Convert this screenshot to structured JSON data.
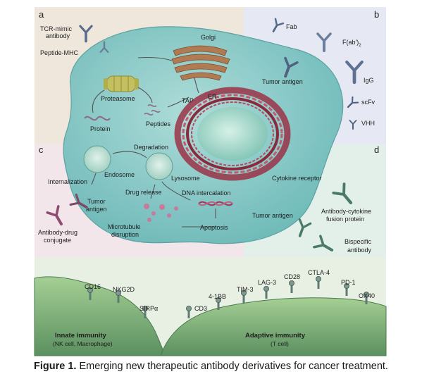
{
  "panels": {
    "a": "a",
    "b": "b",
    "c": "c",
    "d": "d"
  },
  "panel_a": {
    "tcr_mimic": [
      "TCR-mimic",
      "antibody"
    ],
    "peptide_mhc": "Peptide-MHC",
    "golgi": "Golgi",
    "proteasome": "Proteasome",
    "tap": "TAP",
    "er": "ER",
    "protein": "Protein",
    "peptides": "Peptides"
  },
  "panel_b": {
    "fab": "Fab",
    "fab2_main": "F(ab')",
    "fab2_sub": "2",
    "tumor_antigen": "Tumor antigen",
    "igg": "IgG",
    "scfv": "scFv",
    "vhh": "VHH"
  },
  "panel_c": {
    "degradation": "Degradation",
    "endosome": "Endosome",
    "lysosome": "Lysosome",
    "internalization": "Internalization",
    "tumor_antigen": [
      "Tumor",
      "antigen"
    ],
    "drug_release": "Drug release",
    "dna_intercalation": "DNA intercalation",
    "adc": [
      "Antibody-drug",
      "conjugate"
    ],
    "microtubule": [
      "Microtubule",
      "disruption"
    ],
    "apoptosis": "Apoptosis"
  },
  "panel_d": {
    "cytokine_receptor": "Cytokine receptor",
    "tumor_antigen": "Tumor antigen",
    "fusion": [
      "Antibody-cytokine",
      "fusion protein"
    ],
    "bispecific": [
      "Bispecific",
      "antibody"
    ]
  },
  "bottom": {
    "cd16": "CD16",
    "nkg2d": "NKG2D",
    "sirpa": "SIRPα",
    "innate_title": "Innate immunity",
    "innate_sub": "(NK cell, Macrophage)",
    "cd3": "CD3",
    "four_1bb": "4-1BB",
    "tim3": "TIM-3",
    "lag3": "LAG-3",
    "cd28": "CD28",
    "ctla4": "CTLA-4",
    "pd1": "PD-1",
    "ox40": "OX40",
    "adaptive_title": "Adaptive immunity",
    "adaptive_sub": "(T cell)"
  },
  "caption": {
    "label": "Figure 1.",
    "text": " Emerging new therapeutic  antibody derivatives for cancer treatment."
  },
  "colors": {
    "panel_a_bg": "#efe6dc",
    "panel_b_bg": "#e6e9f3",
    "panel_c_bg": "#f3e6ea",
    "panel_d_bg": "#e3efe9",
    "cell": "#7fc6c4",
    "nucleus_ring": "#9a3346",
    "immune_cell": "#7fb07a"
  }
}
